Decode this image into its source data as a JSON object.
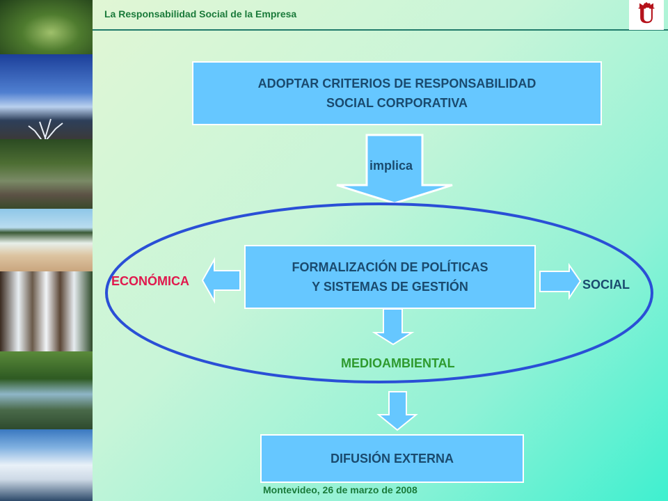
{
  "header": {
    "title": "La Responsabilidad Social de la Empresa",
    "logo_letter": "Ü"
  },
  "diagram": {
    "top_box": {
      "line1": "ADOPTAR CRITERIOS DE RESPONSABILIDAD",
      "line2": "SOCIAL CORPORATIVA"
    },
    "arrow_label": "implica",
    "middle_box": {
      "line1": "FORMALIZACIÓN DE POLÍTICAS",
      "line2": "Y SISTEMAS DE GESTIÓN"
    },
    "dimensions": {
      "left": "ECONÓMICA",
      "right": "SOCIAL",
      "bottom": "MEDIOAMBIENTAL"
    },
    "bottom_box": {
      "line1": "DIFUSIÓN EXTERNA"
    }
  },
  "footer": {
    "text": "Montevideo, 26 de marzo de 2008"
  },
  "colors": {
    "box_fill": "#66c7ff",
    "ellipse_stroke": "#2a4fd6",
    "economica": "#e0194d",
    "medioambiental": "#2e9a2e",
    "logo": "#b5121b"
  }
}
